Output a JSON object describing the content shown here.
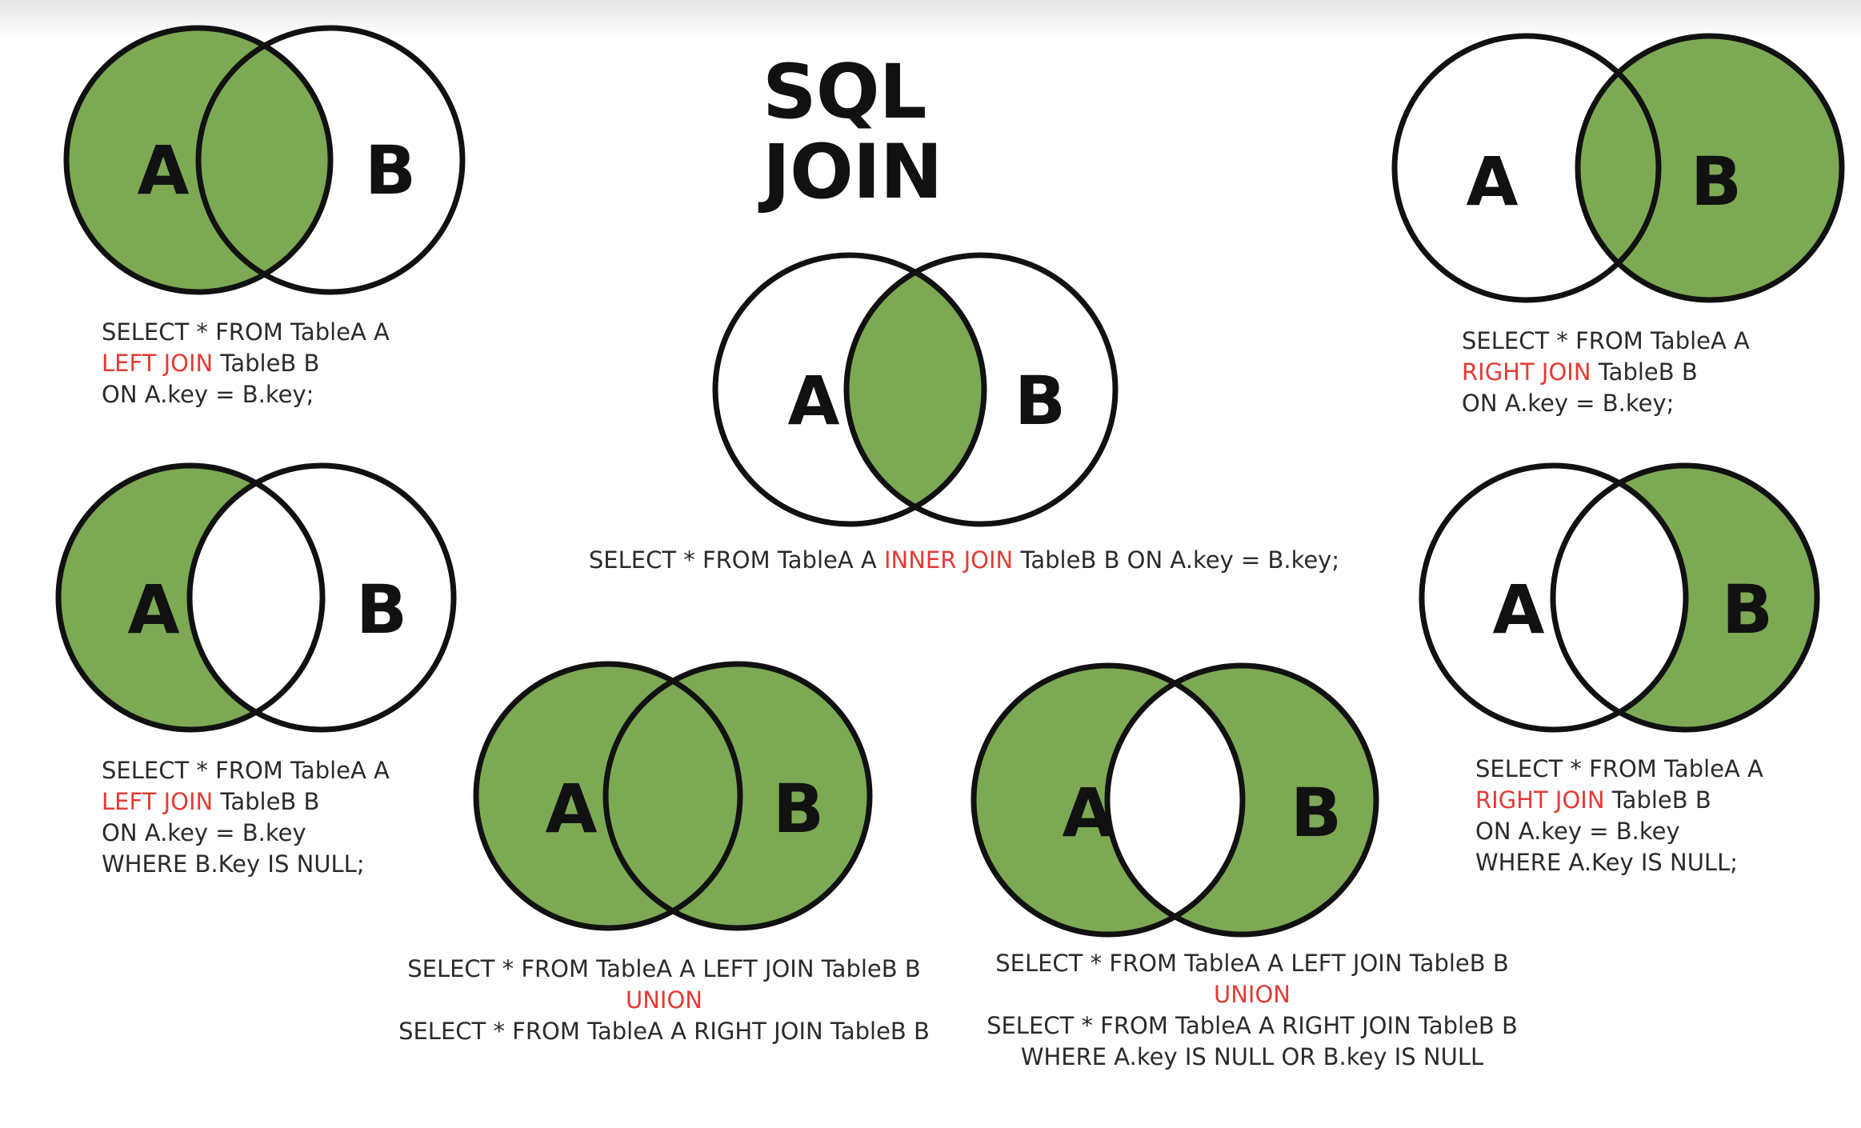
{
  "title": "SQL JOIN",
  "colors": {
    "fill": "#7da954",
    "stroke": "#111111",
    "keyword": "#e33b35",
    "text": "#2b2b2b"
  },
  "circle_labels": {
    "a": "A",
    "b": "B"
  },
  "diagrams": {
    "left_join": {
      "shaded": "A",
      "sql": {
        "l1": "SELECT * FROM TableA A",
        "l2_kw": "LEFT JOIN",
        "l2_rest": " TableB B",
        "l3": "ON A.key = B.key;"
      }
    },
    "right_join": {
      "shaded": "B",
      "sql": {
        "l1": "SELECT * FROM TableA A",
        "l2_kw": "RIGHT JOIN",
        "l2_rest": " TableB B",
        "l3": "ON A.key = B.key;"
      }
    },
    "inner_join": {
      "shaded": "A∩B",
      "sql": {
        "pre": "SELECT * FROM TableA A ",
        "kw": "INNER JOIN",
        "post": " TableB B ON A.key = B.key;"
      }
    },
    "left_only": {
      "shaded": "A−B",
      "sql": {
        "l1": "SELECT * FROM TableA A",
        "l2_kw": "LEFT JOIN",
        "l2_rest": " TableB B",
        "l3": "ON A.key = B.key",
        "l4": "WHERE B.Key IS NULL;"
      }
    },
    "right_only": {
      "shaded": "B−A",
      "sql": {
        "l1": "SELECT * FROM TableA A",
        "l2_kw": "RIGHT JOIN",
        "l2_rest": " TableB B",
        "l3": "ON A.key = B.key",
        "l4": "WHERE A.Key IS NULL;"
      }
    },
    "full_outer": {
      "shaded": "A∪B",
      "sql": {
        "l1": "SELECT * FROM TableA A LEFT JOIN TableB B",
        "l2_kw": "UNION",
        "l3": "SELECT * FROM TableA A RIGHT JOIN TableB B"
      }
    },
    "full_outer_excl": {
      "shaded": "A△B",
      "sql": {
        "l1": "SELECT * FROM TableA A LEFT JOIN TableB B",
        "l2_kw": "UNION",
        "l3": "SELECT * FROM TableA A RIGHT JOIN TableB B",
        "l4": "WHERE A.key IS NULL OR B.key IS NULL"
      }
    }
  }
}
